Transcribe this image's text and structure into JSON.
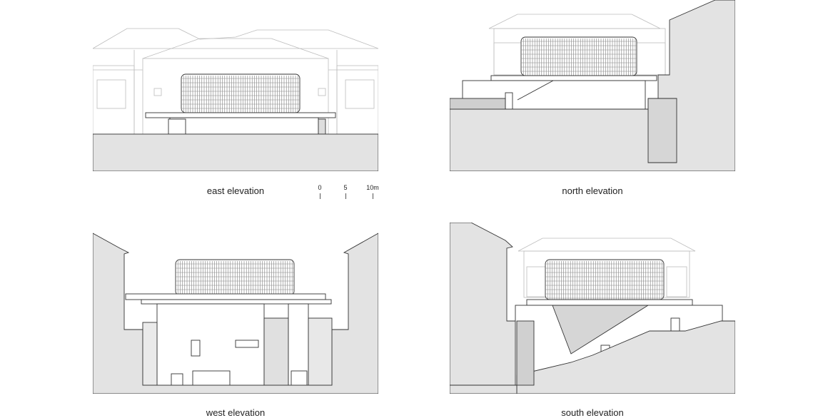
{
  "panels": {
    "east": {
      "caption": "east elevation"
    },
    "north": {
      "caption": "north elevation"
    },
    "west": {
      "caption": "west elevation"
    },
    "south": {
      "caption": "south elevation"
    }
  },
  "scale_bar": {
    "ticks": [
      "0",
      "5",
      "10m"
    ]
  },
  "colors": {
    "ground": "#e3e3e3",
    "line": "#333333",
    "ghost": "#bdbdbd",
    "dark": "#cfcfcf"
  }
}
